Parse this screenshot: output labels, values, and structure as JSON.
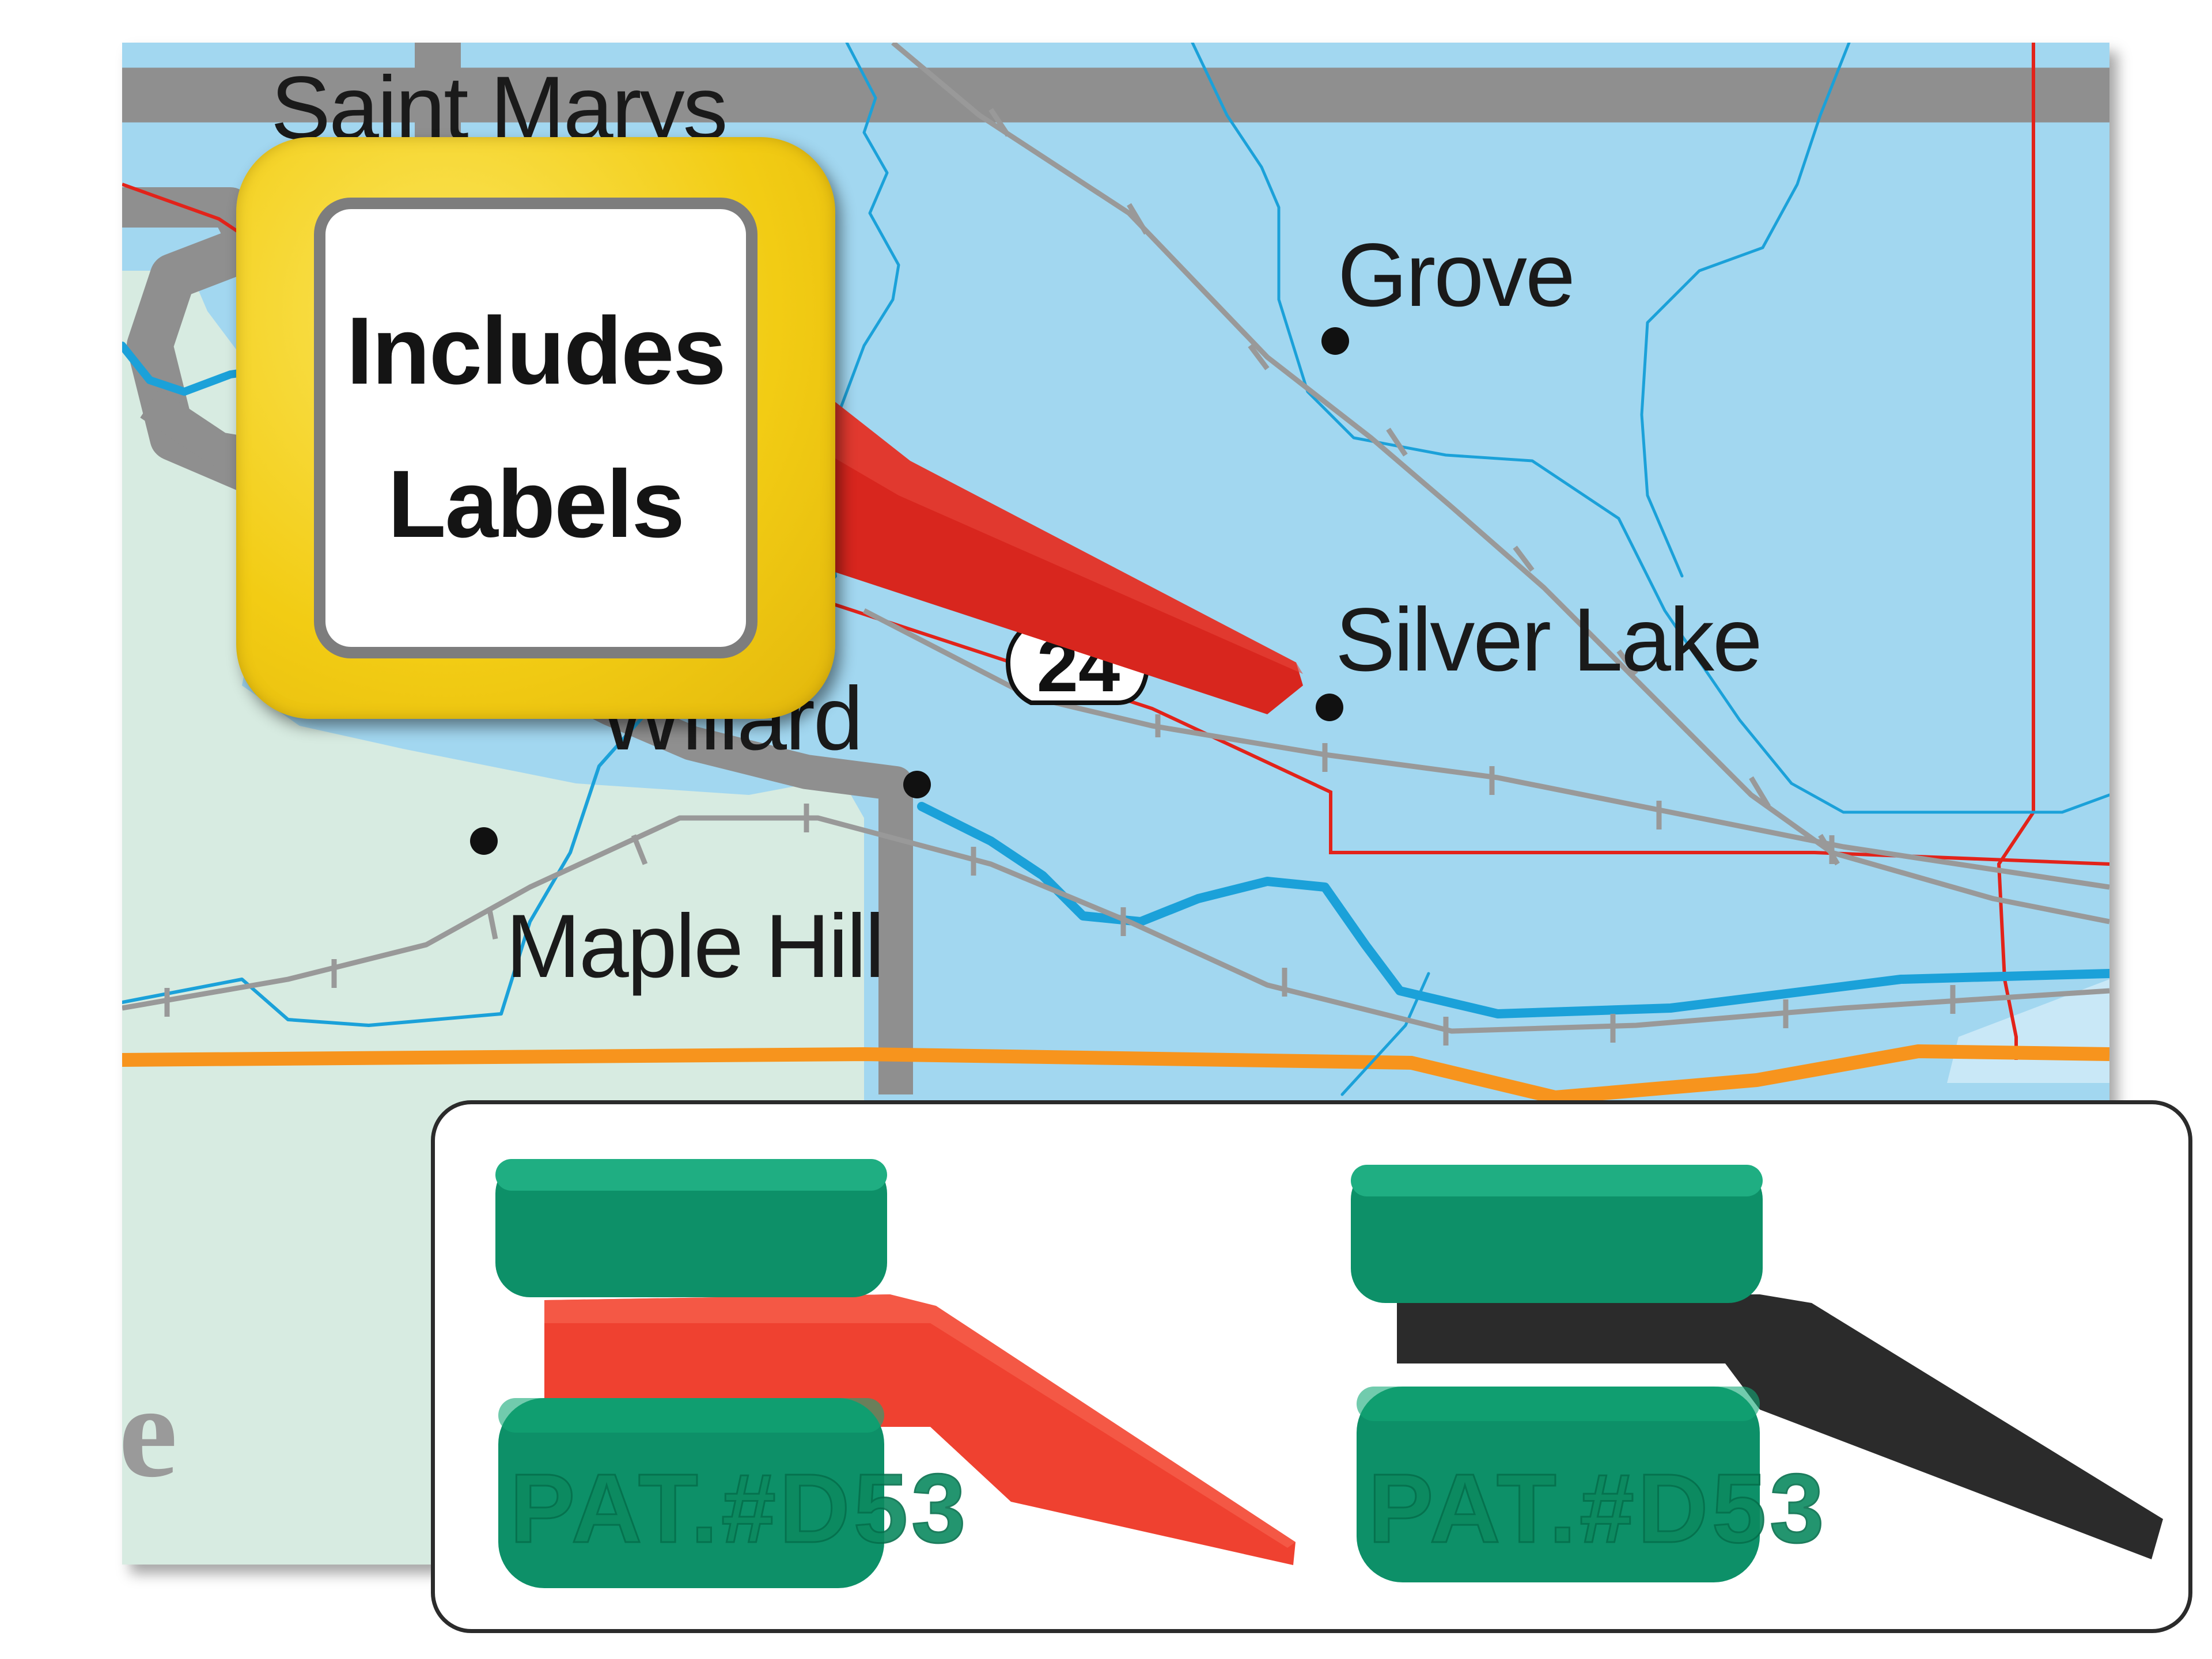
{
  "map": {
    "towns": [
      {
        "name": "Saint Marys"
      },
      {
        "name": "Grove"
      },
      {
        "name": "Silver Lake"
      },
      {
        "name": "Willard"
      },
      {
        "name": "Maple Hill"
      }
    ],
    "route_shield": "24",
    "legend_fragment": "e",
    "colors": {
      "water": "#a2d7f0",
      "land": "#d7ebe1",
      "highway": "#8f8f8f",
      "railroad": "#999999",
      "boundary_red": "#e2231a",
      "boundary_orange": "#f7941d",
      "river": "#1ba1d9"
    }
  },
  "callout": {
    "line1": "Includes",
    "line2": "Labels",
    "colors": {
      "frame": "#f4d31c",
      "border": "#7d7d7d"
    }
  },
  "inset": {
    "pins": [
      {
        "engraving": "PAT.#D53",
        "flag_color": "#ef4130",
        "cap_color": "#0d9068"
      },
      {
        "engraving": "PAT.#D53",
        "flag_color": "#2b2b2b",
        "cap_color": "#0d9068"
      }
    ]
  },
  "pointer": {
    "color": "#d8261e"
  }
}
